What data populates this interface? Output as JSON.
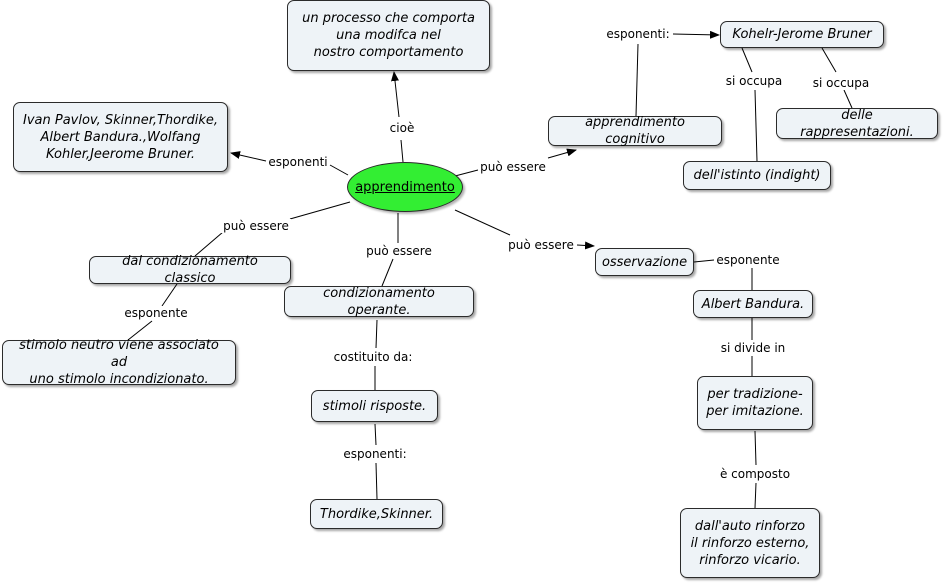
{
  "colors": {
    "root_fill": "#33ee33",
    "node_fill": "#eef3f7",
    "line": "#000000"
  },
  "nodes": {
    "root": "apprendimento",
    "definition": "un  processo  che comporta\nuna modifca nel\nnostro comportamento",
    "exponents_list": "Ivan Pavlov, Skinner,Thordike,\nAlbert Bandura.,Wolfang\nKohler,Jeerome Bruner.",
    "cognitive": "apprendimento cognitivo",
    "kohler_bruner": "Kohelr-Jerome Bruner",
    "representations": "delle rappresentazioni.",
    "insight": "dell'istinto (indight)",
    "classical": "dal condizionamento classico",
    "neutral_stimulus": "stimolo neutro viene associato ad\nuno stimolo incondizionato.",
    "operant": "condizionamento operante.",
    "stimuli_responses": "stimoli risposte.",
    "thordike_skinner": "Thordike,Skinner.",
    "observation": "osservazione",
    "bandura": "Albert Bandura.",
    "tradition_imitation": "per tradizione-\nper imitazione.",
    "reinforcement": "dall'auto rinforzo\nil rinforzo esterno,\nrinforzo vicario."
  },
  "labels": {
    "cioe": "cioè",
    "esponenti_left": "esponenti",
    "puo_essere_cognitive": "può essere",
    "esponenti_cognitive": "esponenti:",
    "si_occupa_1": "si occupa",
    "si_occupa_2": "si occupa",
    "puo_essere_classical": "può essere",
    "puo_essere_operant": "può essere",
    "puo_essere_observation": "può essere",
    "esponente_classical": "esponente",
    "costituito_da": "costituito da:",
    "esponenti_operant": "esponenti:",
    "esponente_observation": "esponente",
    "si_divide_in": "si divide in",
    "e_composto": "è composto"
  }
}
